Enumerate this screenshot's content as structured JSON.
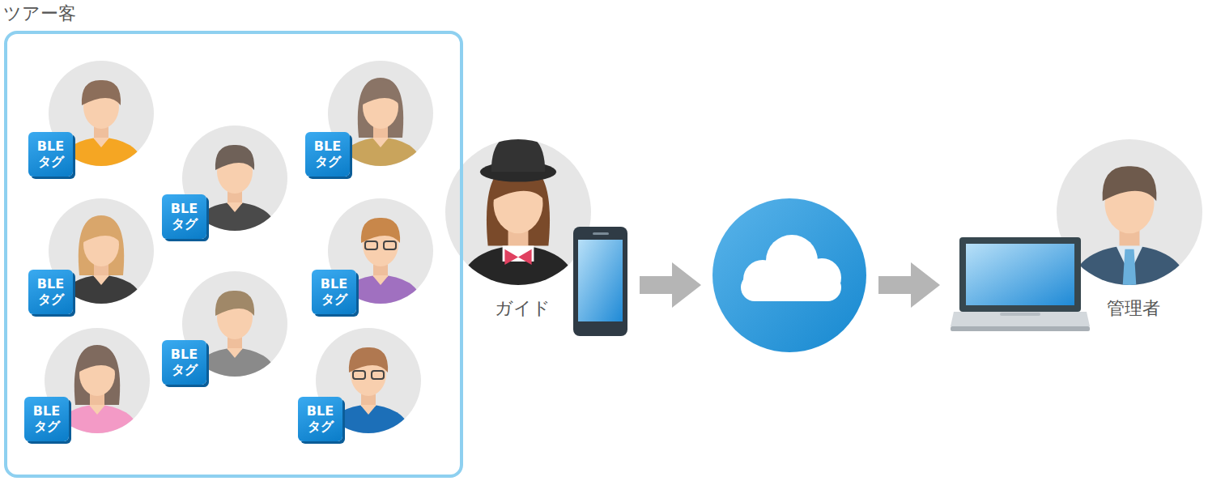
{
  "diagram": {
    "nodes": [
      {
        "text": [
          "ツアー客"
        ]
      },
      {
        "text": [
          "BLE タグ"
        ],
        "in": 0
      },
      {
        "text": [
          "BLE タグ"
        ],
        "in": 0
      },
      {
        "text": [
          "BLE タグ"
        ],
        "in": 0
      },
      {
        "text": [
          "BLE タグ"
        ],
        "in": 0
      },
      {
        "text": [
          "BLE タグ"
        ],
        "in": 0
      },
      {
        "text": [
          "BLE タグ"
        ],
        "in": 0
      },
      {
        "text": [
          "BLE タグ"
        ],
        "in": 0
      },
      {
        "text": [
          "BLE タグ"
        ],
        "in": 0
      },
      {
        "text": [
          "ガイド"
        ]
      },
      {
        "text": [
          "管理者"
        ]
      }
    ]
  }
}
